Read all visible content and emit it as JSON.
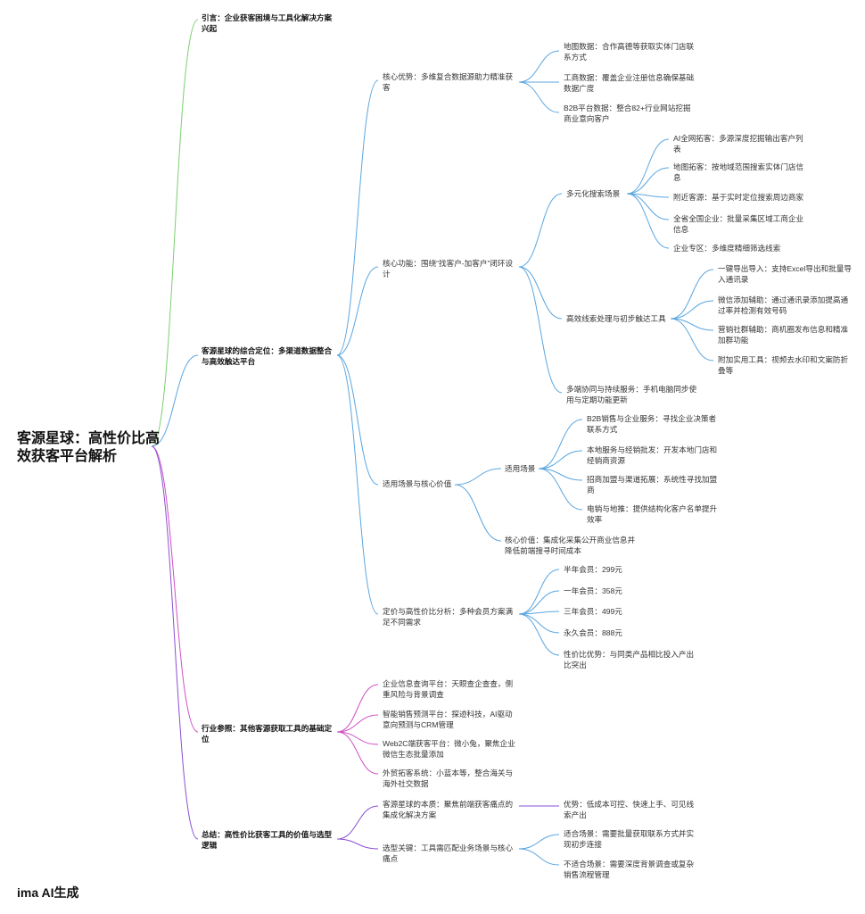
{
  "root": "客源星球：高性价比高效获客平台解析",
  "footer": "ima AI生成",
  "colors": {
    "green": "#7ccf72",
    "blue": "#5aa6e0",
    "magenta": "#d04fc4",
    "purple": "#8a4fd6"
  },
  "n": {
    "intro": "引言：企业获客困境与工具化解决方案兴起",
    "position": "客源星球的综合定位：多渠道数据整合与高效触达平台",
    "adv": "核心优势：多维复合数据源助力精准获客",
    "adv_map": "地图数据：合作高德等获取实体门店联系方式",
    "adv_biz": "工商数据：覆盖企业注册信息确保基础数据广度",
    "adv_b2b": "B2B平台数据：整合82+行业网站挖掘商业意向客户",
    "func": "核心功能：围绕“找客户-加客户”闭环设计",
    "search": "多元化搜索场景",
    "s_ai": "AI全网拓客：多源深度挖掘输出客户列表",
    "s_map": "地图拓客：按地域范围搜索实体门店信息",
    "s_near": "附近客源：基于实时定位搜索周边商家",
    "s_prov": "全省全国企业：批量采集区域工商企业信息",
    "s_zone": "企业专区：多维度精细筛选线索",
    "lead": "高效线索处理与初步触达工具",
    "l_export": "一键导出导入：支持Excel导出和批量导入通讯录",
    "l_wechat": "微信添加辅助：通过通讯录添加提高通过率并检测有效号码",
    "l_group": "营销社群辅助：商机圈发布信息和精准加群功能",
    "l_tool": "附加实用工具：视频去水印和文案防折叠等",
    "multi": "多端协同与持续服务：手机电脑同步使用与定期功能更新",
    "scene": "适用场景与核心价值",
    "scene_sub": "适用场景",
    "sc_b2b": "B2B销售与企业服务：寻找企业决策者联系方式",
    "sc_local": "本地服务与经销批发：开发本地门店和经销商资源",
    "sc_franchise": "招商加盟与渠道拓展：系统性寻找加盟商",
    "sc_tele": "电销与地推：提供结构化客户名单提升效率",
    "core_value": "核心价值：集成化采集公开商业信息并降低前端搜寻时间成本",
    "price": "定价与高性价比分析：多种会员方案满足不同需求",
    "p_half": "半年会员：299元",
    "p_year": "一年会员：358元",
    "p_three": "三年会员：499元",
    "p_forever": "永久会员：888元",
    "p_value": "性价比优势：与同类产品相比投入产出比突出",
    "industry": "行业参照：其他客源获取工具的基础定位",
    "i_query": "企业信息查询平台：天眼查企查查，侧重风险与背景调查",
    "i_ai": "智能销售预测平台：探迹科技，AI驱动意向预测与CRM管理",
    "i_web2c": "Web2C端获客平台：微小兔，聚焦企业微信生态批量添加",
    "i_foreign": "外贸拓客系统：小蓝本等，整合海关与海外社交数据",
    "summary": "总结：高性价比获客工具的价值与选型逻辑",
    "sm_essence": "客源星球的本质：聚焦前端获客痛点的集成化解决方案",
    "sm_adv": "优势：低成本可控、快速上手、可见线索产出",
    "sm_key": "选型关键：工具需匹配业务场景与核心痛点",
    "sm_fit": "适合场景：需要批量获取联系方式并实现初步连接",
    "sm_unfit": "不适合场景：需要深度背景调查或复杂销售流程管理"
  }
}
